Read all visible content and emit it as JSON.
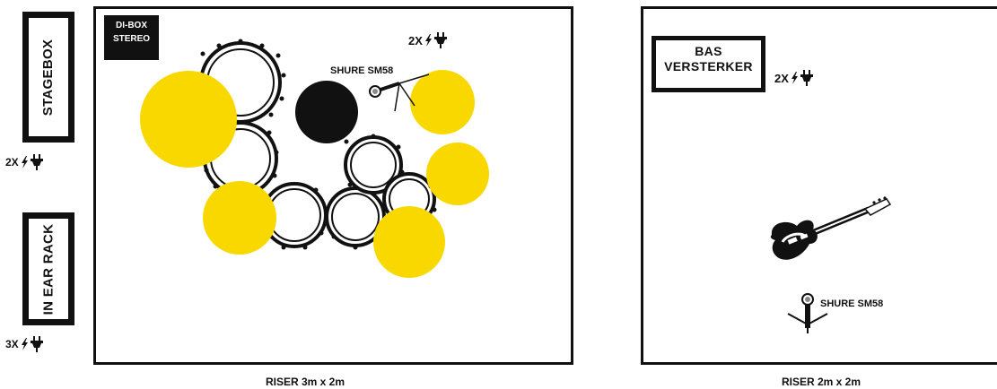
{
  "left_panel": {
    "stagebox_label": "STAGEBOX",
    "stagebox_power": "2X",
    "in_ear_rack_label": "IN EAR RACK",
    "in_ear_rack_power": "3X"
  },
  "drum_riser": {
    "di_box_line1": "DI-BOX",
    "di_box_line2": "STEREO",
    "top_power": "2X",
    "mic_label": "SHURE SM58",
    "riser_label": "RISER 3m x 2m"
  },
  "bass_riser": {
    "amp_line1": "BAS",
    "amp_line2": "VERSTERKER",
    "amp_power": "2X",
    "mic_label": "SHURE SM58",
    "riser_label": "RISER 2m x 2m"
  },
  "colors": {
    "monitor_yellow": "#F9D800",
    "line_black": "#111111",
    "background": "#FFFFFF"
  },
  "icons": [
    "plug-icon",
    "lightning-icon",
    "microphone-icon",
    "bass-guitar-icon",
    "drum-icon"
  ]
}
